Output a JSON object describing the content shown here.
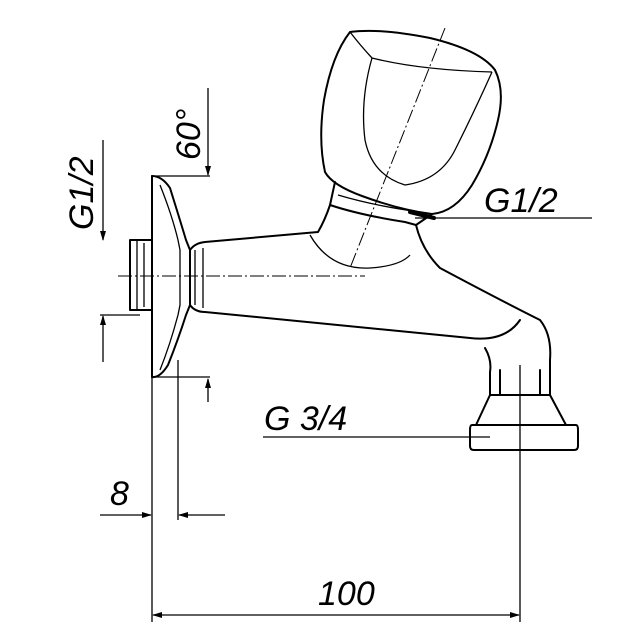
{
  "title": "Wall tap technical drawing",
  "dimensions": {
    "inlet_thread_left": "G1/2",
    "angle": "60°",
    "valve_thread": "G1/2",
    "outlet_thread": "G 3/4",
    "flange_depth": "8",
    "projection_length": "100"
  }
}
